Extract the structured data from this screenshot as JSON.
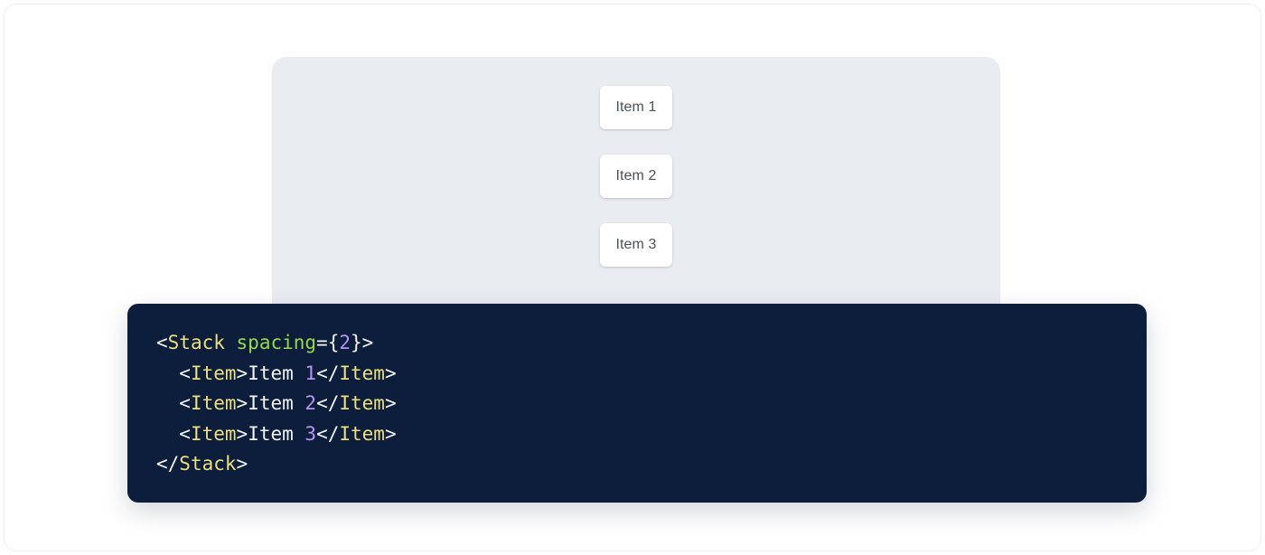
{
  "preview": {
    "panel_bg": "#e9ecf1",
    "items": [
      {
        "label": "Item 1"
      },
      {
        "label": "Item 2"
      },
      {
        "label": "Item 3"
      }
    ]
  },
  "code": {
    "background": "#0c1e3c",
    "language": "jsx",
    "colors": {
      "tag": "#ecdf7c",
      "attribute": "#97d94a",
      "number": "#b794f4",
      "punctuation": "#f3f5f8",
      "text": "#f3f5f8"
    },
    "lines": [
      {
        "indent": "",
        "tokens": [
          {
            "t": "<",
            "k": "punct"
          },
          {
            "t": "Stack",
            "k": "tag"
          },
          {
            "t": " ",
            "k": "punct"
          },
          {
            "t": "spacing",
            "k": "attr"
          },
          {
            "t": "={",
            "k": "punct"
          },
          {
            "t": "2",
            "k": "num"
          },
          {
            "t": "}>",
            "k": "punct"
          }
        ]
      },
      {
        "indent": "  ",
        "tokens": [
          {
            "t": "<",
            "k": "punct"
          },
          {
            "t": "Item",
            "k": "tag"
          },
          {
            "t": ">",
            "k": "punct"
          },
          {
            "t": "Item ",
            "k": "text"
          },
          {
            "t": "1",
            "k": "num"
          },
          {
            "t": "</",
            "k": "punct"
          },
          {
            "t": "Item",
            "k": "tag"
          },
          {
            "t": ">",
            "k": "punct"
          }
        ]
      },
      {
        "indent": "  ",
        "tokens": [
          {
            "t": "<",
            "k": "punct"
          },
          {
            "t": "Item",
            "k": "tag"
          },
          {
            "t": ">",
            "k": "punct"
          },
          {
            "t": "Item ",
            "k": "text"
          },
          {
            "t": "2",
            "k": "num"
          },
          {
            "t": "</",
            "k": "punct"
          },
          {
            "t": "Item",
            "k": "tag"
          },
          {
            "t": ">",
            "k": "punct"
          }
        ]
      },
      {
        "indent": "  ",
        "tokens": [
          {
            "t": "<",
            "k": "punct"
          },
          {
            "t": "Item",
            "k": "tag"
          },
          {
            "t": ">",
            "k": "punct"
          },
          {
            "t": "Item ",
            "k": "text"
          },
          {
            "t": "3",
            "k": "num"
          },
          {
            "t": "</",
            "k": "punct"
          },
          {
            "t": "Item",
            "k": "tag"
          },
          {
            "t": ">",
            "k": "punct"
          }
        ]
      },
      {
        "indent": "",
        "tokens": [
          {
            "t": "</",
            "k": "punct"
          },
          {
            "t": "Stack",
            "k": "tag"
          },
          {
            "t": ">",
            "k": "punct"
          }
        ]
      }
    ]
  }
}
